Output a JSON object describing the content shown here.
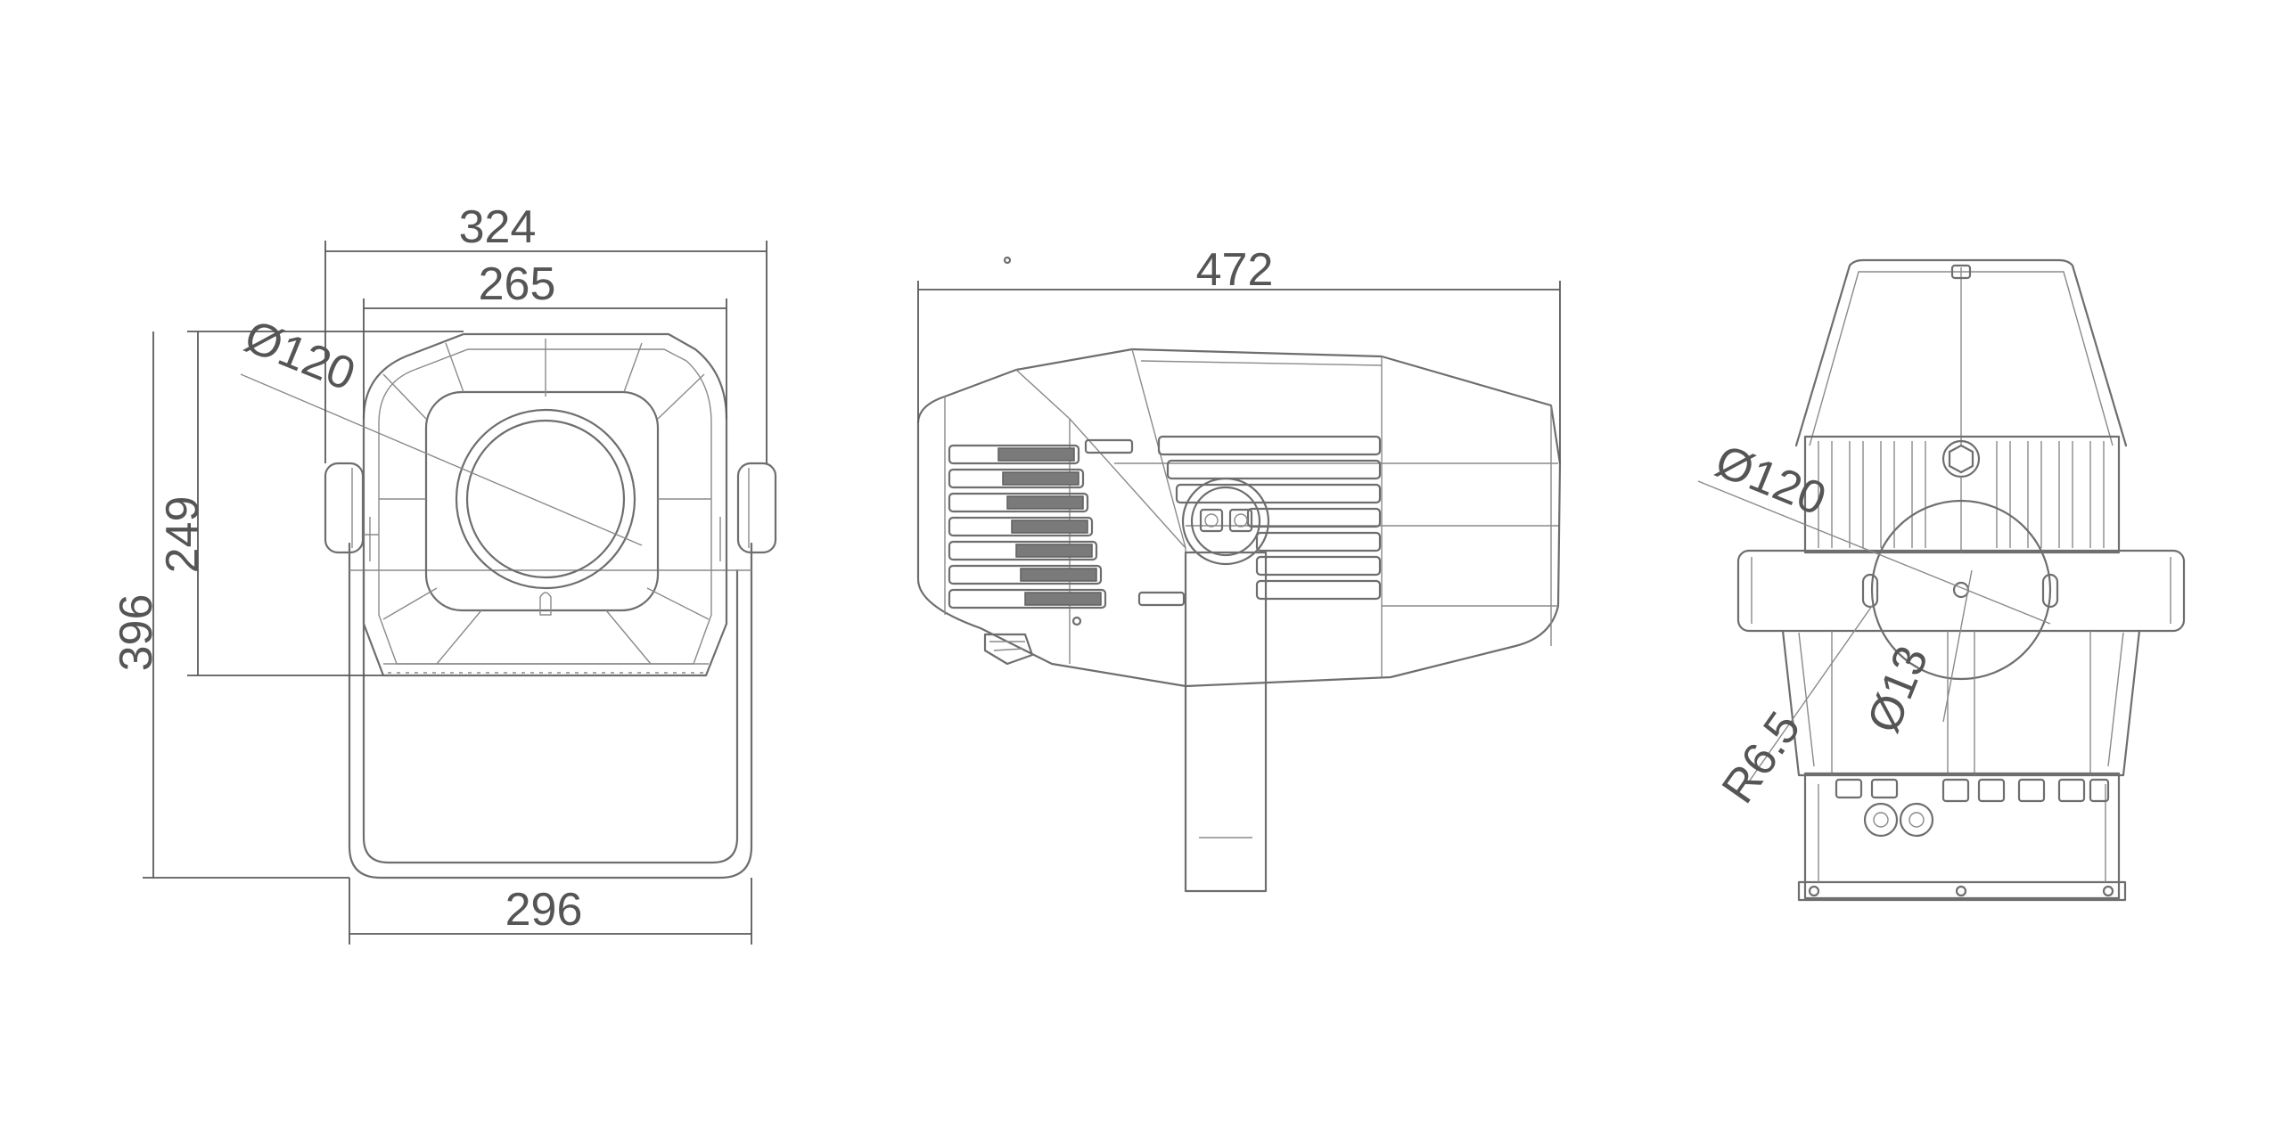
{
  "dimensions": {
    "front_overall_width": "324",
    "front_body_width": "265",
    "front_lens_diameter": "Ø120",
    "front_body_height": "249",
    "front_total_height": "396",
    "front_bracket_width": "296",
    "side_length": "472",
    "rear_circle_diameter": "Ø120",
    "rear_hole_diameter": "Ø13",
    "rear_slot_radius": "R6.5"
  },
  "colors": {
    "line": "#6e6e6e",
    "text": "#555555",
    "background": "#ffffff"
  }
}
